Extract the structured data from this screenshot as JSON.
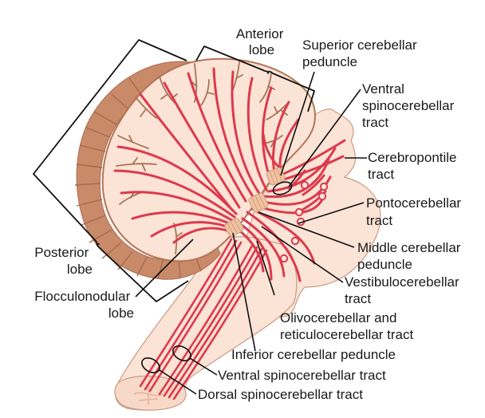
{
  "figure": {
    "subject": "Cerebellum and brainstem — cerebellar peduncles and afferent tracts",
    "colors": {
      "background": "#ffffff",
      "tissue": "#fbe3d6",
      "tissue_outline": "#c99b82",
      "cortex_band": "#c98a6a",
      "cortex_band_dark": "#b27558",
      "fissure": "#a87456",
      "tract": "#dc3a4c",
      "peduncle_band": "#f0c3a0",
      "text": "#1a1a1a",
      "leader": "#111111"
    },
    "labels": {
      "anterior_lobe": [
        "Anterior",
        "lobe"
      ],
      "superior_cerebellar_peduncle": [
        "Superior cerebellar",
        "peduncle"
      ],
      "ventral_spinocerebellar_tract_top": [
        "Ventral",
        "spinocerebellar",
        "tract"
      ],
      "cerebropontile_tract": [
        "Cerebropontile",
        "tract"
      ],
      "pontocerebellar_tract": [
        "Pontocerebellar",
        "tract"
      ],
      "middle_cerebellar_peduncle": [
        "Middle cerebellar",
        "peduncle"
      ],
      "vestibulocerebellar_tract": [
        "Vestibulocerebellar",
        "tract"
      ],
      "olivocerebellar_reticulocerebellar_tract": [
        "Olivocerebellar and",
        "reticulocerebellar tract"
      ],
      "inferior_cerebellar_peduncle": [
        "Inferior cerebellar peduncle"
      ],
      "ventral_spinocerebellar_tract_bottom": [
        "Ventral spinocerebellar tract"
      ],
      "dorsal_spinocerebellar_tract": [
        "Dorsal spinocerebellar tract"
      ],
      "posterior_lobe": [
        "Posterior",
        "lobe"
      ],
      "flocculonodular_lobe": [
        "Flocculonodular",
        "lobe"
      ]
    }
  }
}
